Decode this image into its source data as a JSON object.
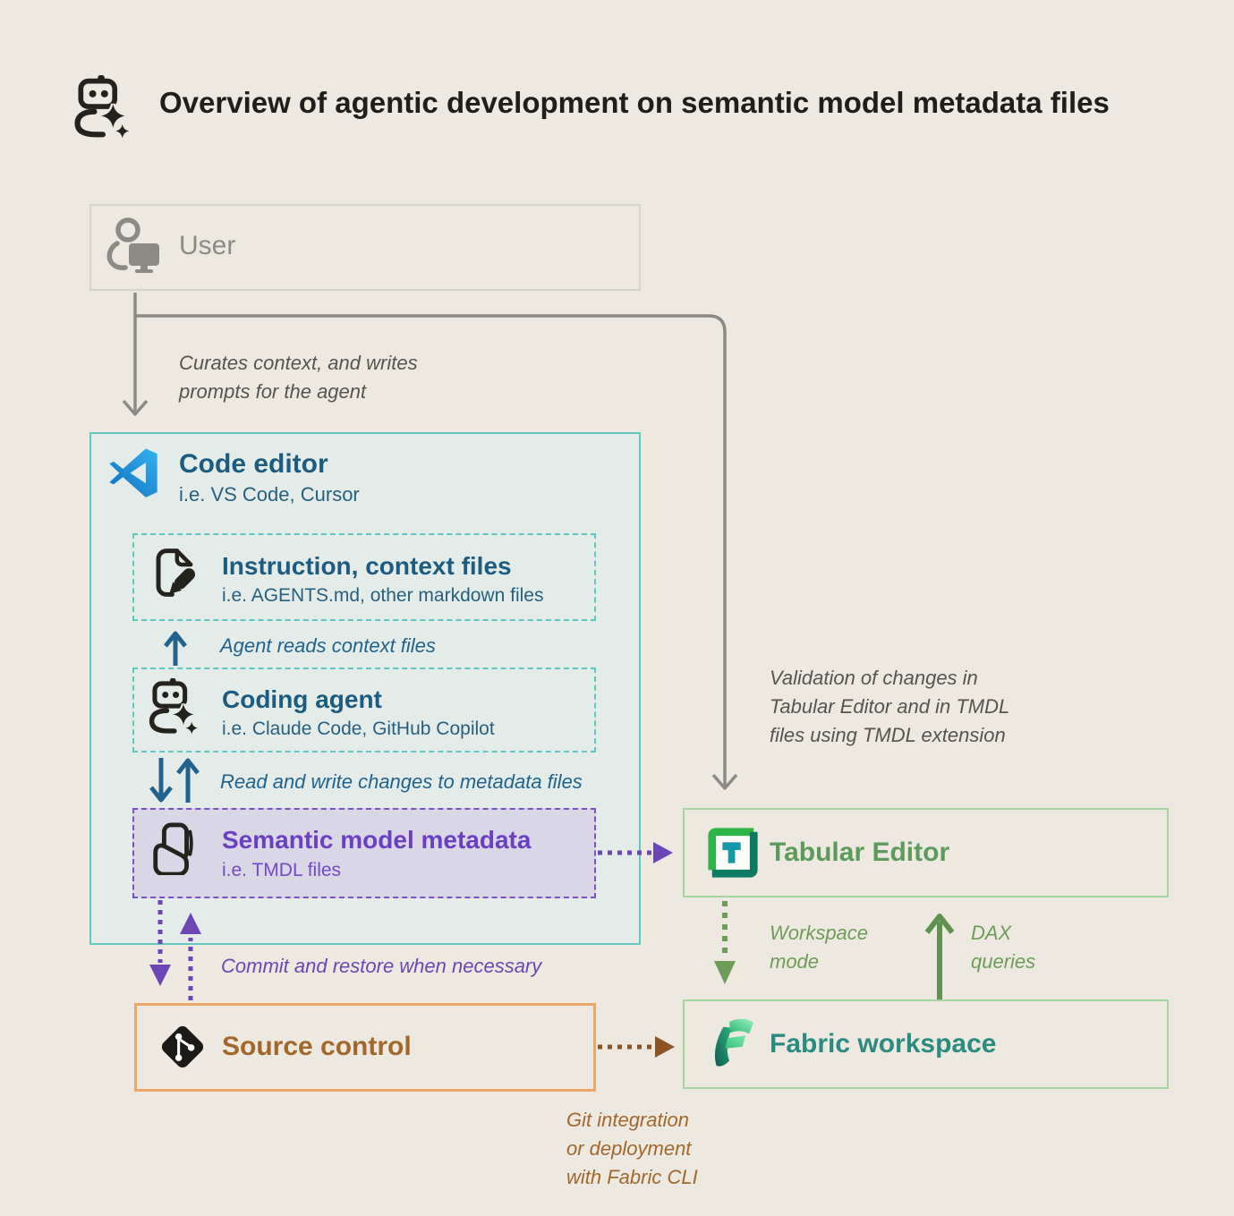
{
  "title": "Overview of agentic development on semantic model metadata files",
  "nodes": {
    "user": {
      "label": "User"
    },
    "code_editor": {
      "title": "Code editor",
      "subtitle": "i.e. VS Code, Cursor"
    },
    "instruction_files": {
      "title": "Instruction, context files",
      "subtitle": "i.e. AGENTS.md, other markdown files"
    },
    "coding_agent": {
      "title": "Coding agent",
      "subtitle": "i.e. Claude Code, GitHub Copilot"
    },
    "semantic_model": {
      "title": "Semantic model metadata",
      "subtitle": "i.e. TMDL files"
    },
    "tabular_editor": {
      "title": "Tabular Editor"
    },
    "fabric_workspace": {
      "title": "Fabric workspace"
    },
    "source_control": {
      "title": "Source control"
    }
  },
  "annotations": {
    "curates": "Curates context, and writes\nprompts for the agent",
    "agent_reads": "Agent reads context files",
    "read_write": "Read and write changes to metadata files",
    "validation": "Validation of changes in\nTabular Editor and in TMDL\nfiles using TMDL extension",
    "workspace_mode": "Workspace\nmode",
    "dax_queries": "DAX\nqueries",
    "commit_restore": "Commit and restore when necessary",
    "git_integration": "Git integration\nor deployment\nwith Fabric CLI"
  },
  "icons": {
    "header": "robot-sparkle-icon",
    "user": "user-at-computer-icon",
    "code_editor": "vscode-icon",
    "instruction_files": "document-pen-icon",
    "coding_agent": "robot-sparkle-icon",
    "semantic_model": "semantic-model-icon",
    "tabular_editor": "tabular-editor-icon",
    "fabric_workspace": "fabric-icon",
    "source_control": "git-icon"
  },
  "colors": {
    "background": "#ede9e1",
    "teal_border": "#62c9c1",
    "code_editor_bg": "#e3ece8",
    "blue_text": "#1d5c80",
    "blue_arrow": "#21638c",
    "purple": "#6b46b4",
    "purple_text": "#6b3fc2",
    "purple_box_bg": "#d9d6e6",
    "green_border": "#a3d79f",
    "green_text": "#5d9b5b",
    "green_arrow": "#6d9c57",
    "fabric_teal": "#2c8b80",
    "orange_border": "#eaa768",
    "brown_text": "#a2672b",
    "gray": "#8b8a83",
    "dark_text": "#1f1e1b"
  }
}
